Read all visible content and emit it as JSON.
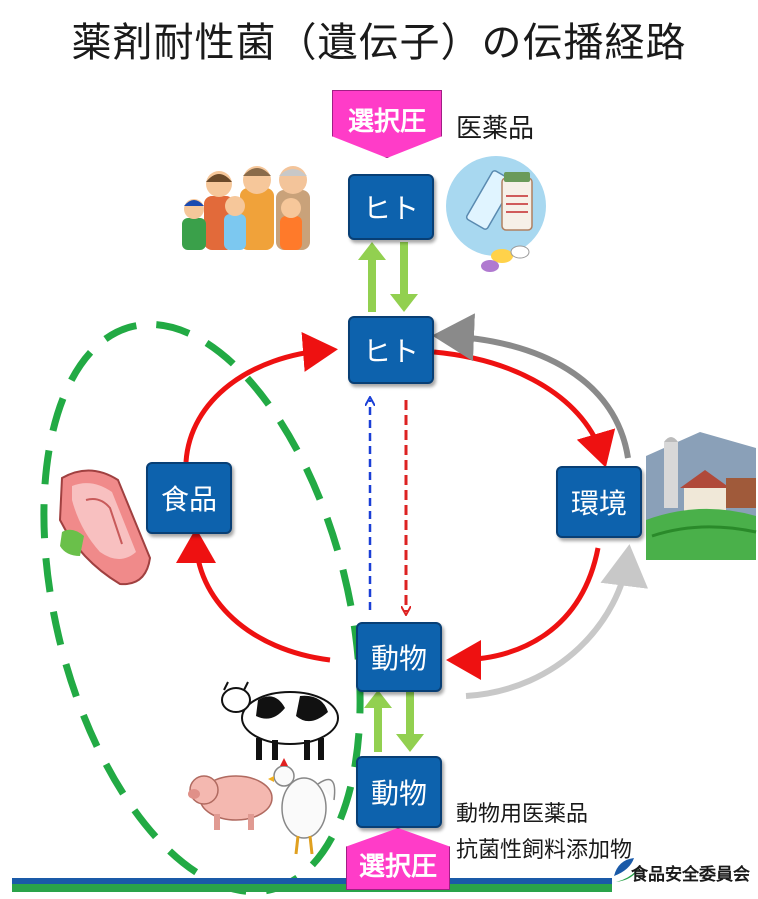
{
  "title": "薬剤耐性菌（遺伝子）の伝播経路",
  "nodes": {
    "human_top": "ヒト",
    "human_mid": "ヒト",
    "food": "食品",
    "environment": "環境",
    "animal_mid": "動物",
    "animal_bottom": "動物"
  },
  "selection_pressure_top": "選択圧",
  "selection_pressure_bottom": "選択圧",
  "labels": {
    "medicine": "医薬品",
    "veterinary_medicine": "動物用医薬品",
    "antimicrobial_feed_additive": "抗菌性飼料添加物"
  },
  "logo_text": "食品安全委員会",
  "colors": {
    "node": "#0d62ad",
    "selection_pressure": "#ff3cc8",
    "arrow_red": "#ee1111",
    "arrow_gray_dark": "#8a8a8a",
    "arrow_gray_light": "#c8c8c8",
    "arrow_green": "#92d050",
    "dashed_ellipse": "#22aa44",
    "dashed_blue": "#1a3fd6",
    "dashed_red": "#dd2222",
    "footer_blue": "#1a5aa8",
    "footer_green": "#2aa34a"
  },
  "icons": [
    "family-illustration",
    "medicine-illustration",
    "meat-illustration",
    "farm-landscape-illustration",
    "cow-illustration",
    "pig-illustration",
    "chicken-illustration"
  ]
}
